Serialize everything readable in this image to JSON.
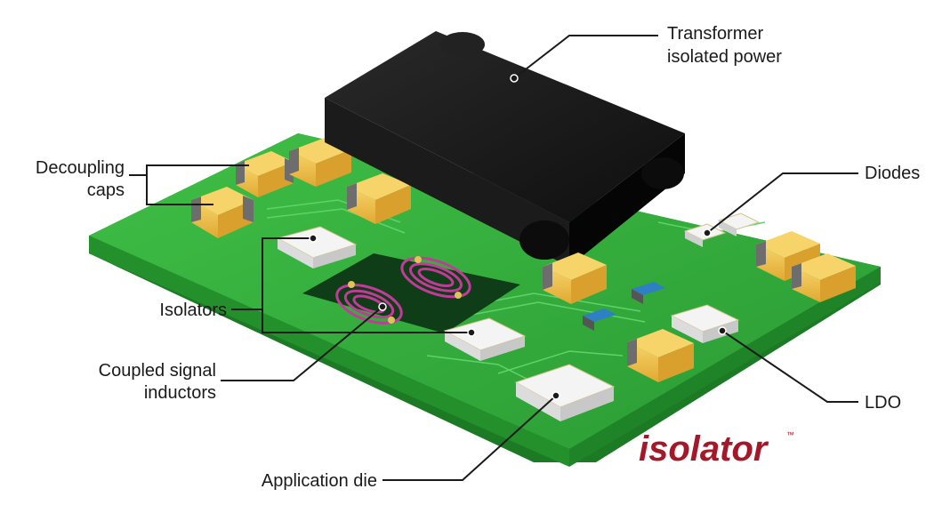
{
  "diagram": {
    "labels": {
      "transformer_line1": "Transformer",
      "transformer_line2": "isolated power",
      "decoupling_line1": "Decoupling",
      "decoupling_line2": "caps",
      "diodes": "Diodes",
      "isolators": "Isolators",
      "coupled_line1": "Coupled signal",
      "coupled_line2": "inductors",
      "ldo": "LDO",
      "application_die": "Application die"
    },
    "logo": {
      "text": "isolator",
      "trademark": "™"
    },
    "colors": {
      "board": "#2faa3a",
      "board_edge": "#1c7a25",
      "transformer": "#141414",
      "cap_body": "#f2c24a",
      "cap_end": "#6d6d6d",
      "coil": "#c43a9a",
      "chip": "#f4f4f4",
      "logo": "#a4182a"
    }
  }
}
